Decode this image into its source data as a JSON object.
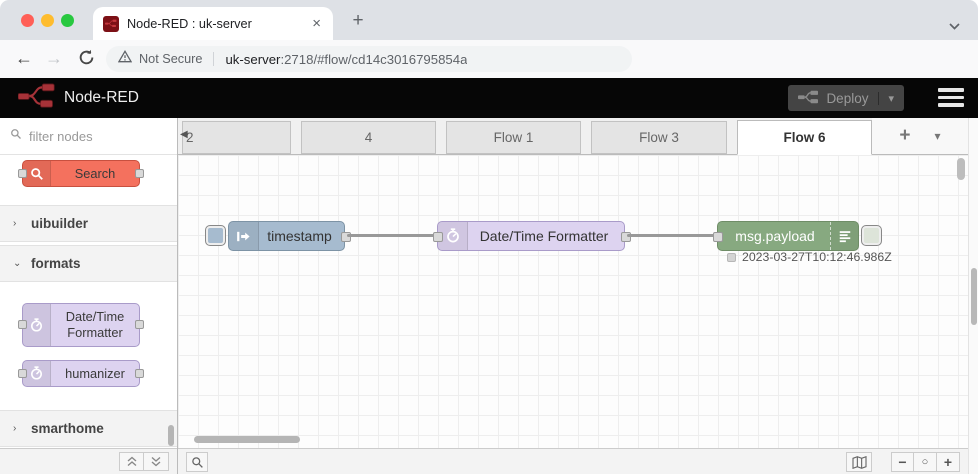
{
  "browser": {
    "tab": {
      "title": "Node-RED : uk-server"
    },
    "address": {
      "security_label": "Not Secure",
      "host": "uk-server",
      "path": ":2718/#flow/cd14c3016795854a"
    }
  },
  "icons": {
    "close": "×",
    "new_tab_plus": "+",
    "back_arrow": "←",
    "forward_arrow": "→",
    "star": "☆",
    "dots_vertical": "⋮",
    "triangle_left": "◀",
    "tab_plus": "+",
    "caret_down": "▾",
    "minus": "−",
    "circle": "○",
    "plus": "+"
  },
  "header": {
    "brand": "Node-RED",
    "deploy_label": "Deploy"
  },
  "palette": {
    "filter_placeholder": "filter nodes",
    "search_node_label": "Search",
    "categories": [
      {
        "label": "uibuilder",
        "state": "collapsed"
      },
      {
        "label": "formats",
        "state": "expanded"
      },
      {
        "label": "smarthome",
        "state": "collapsed"
      }
    ],
    "format_nodes": [
      {
        "label": "Date/Time Formatter"
      },
      {
        "label": "humanizer"
      }
    ]
  },
  "tabs": {
    "items": [
      {
        "label": "2",
        "active": false
      },
      {
        "label": "4",
        "active": false
      },
      {
        "label": "Flow 1",
        "active": false
      },
      {
        "label": "Flow 3",
        "active": false
      },
      {
        "label": "Flow 6",
        "active": true
      }
    ]
  },
  "flow": {
    "inject_label": "timestamp",
    "formatter_label": "Date/Time Formatter",
    "debug_label": "msg.payload",
    "debug_status": "2023-03-27T10:12:46.986Z"
  },
  "colors": {
    "inject_node": "#a6bbcf",
    "formatter_node": "#ddd3f0",
    "debug_node": "#87a980",
    "search_node": "#f4715e",
    "wire": "#999999",
    "header_bg": "#060606",
    "deploy_bg": "#444444",
    "brand_red": "#a63238",
    "bitwarden_blue": "#175ddc",
    "link_blue": "#1a73e8",
    "megaphone_orange": "#f4511e"
  }
}
